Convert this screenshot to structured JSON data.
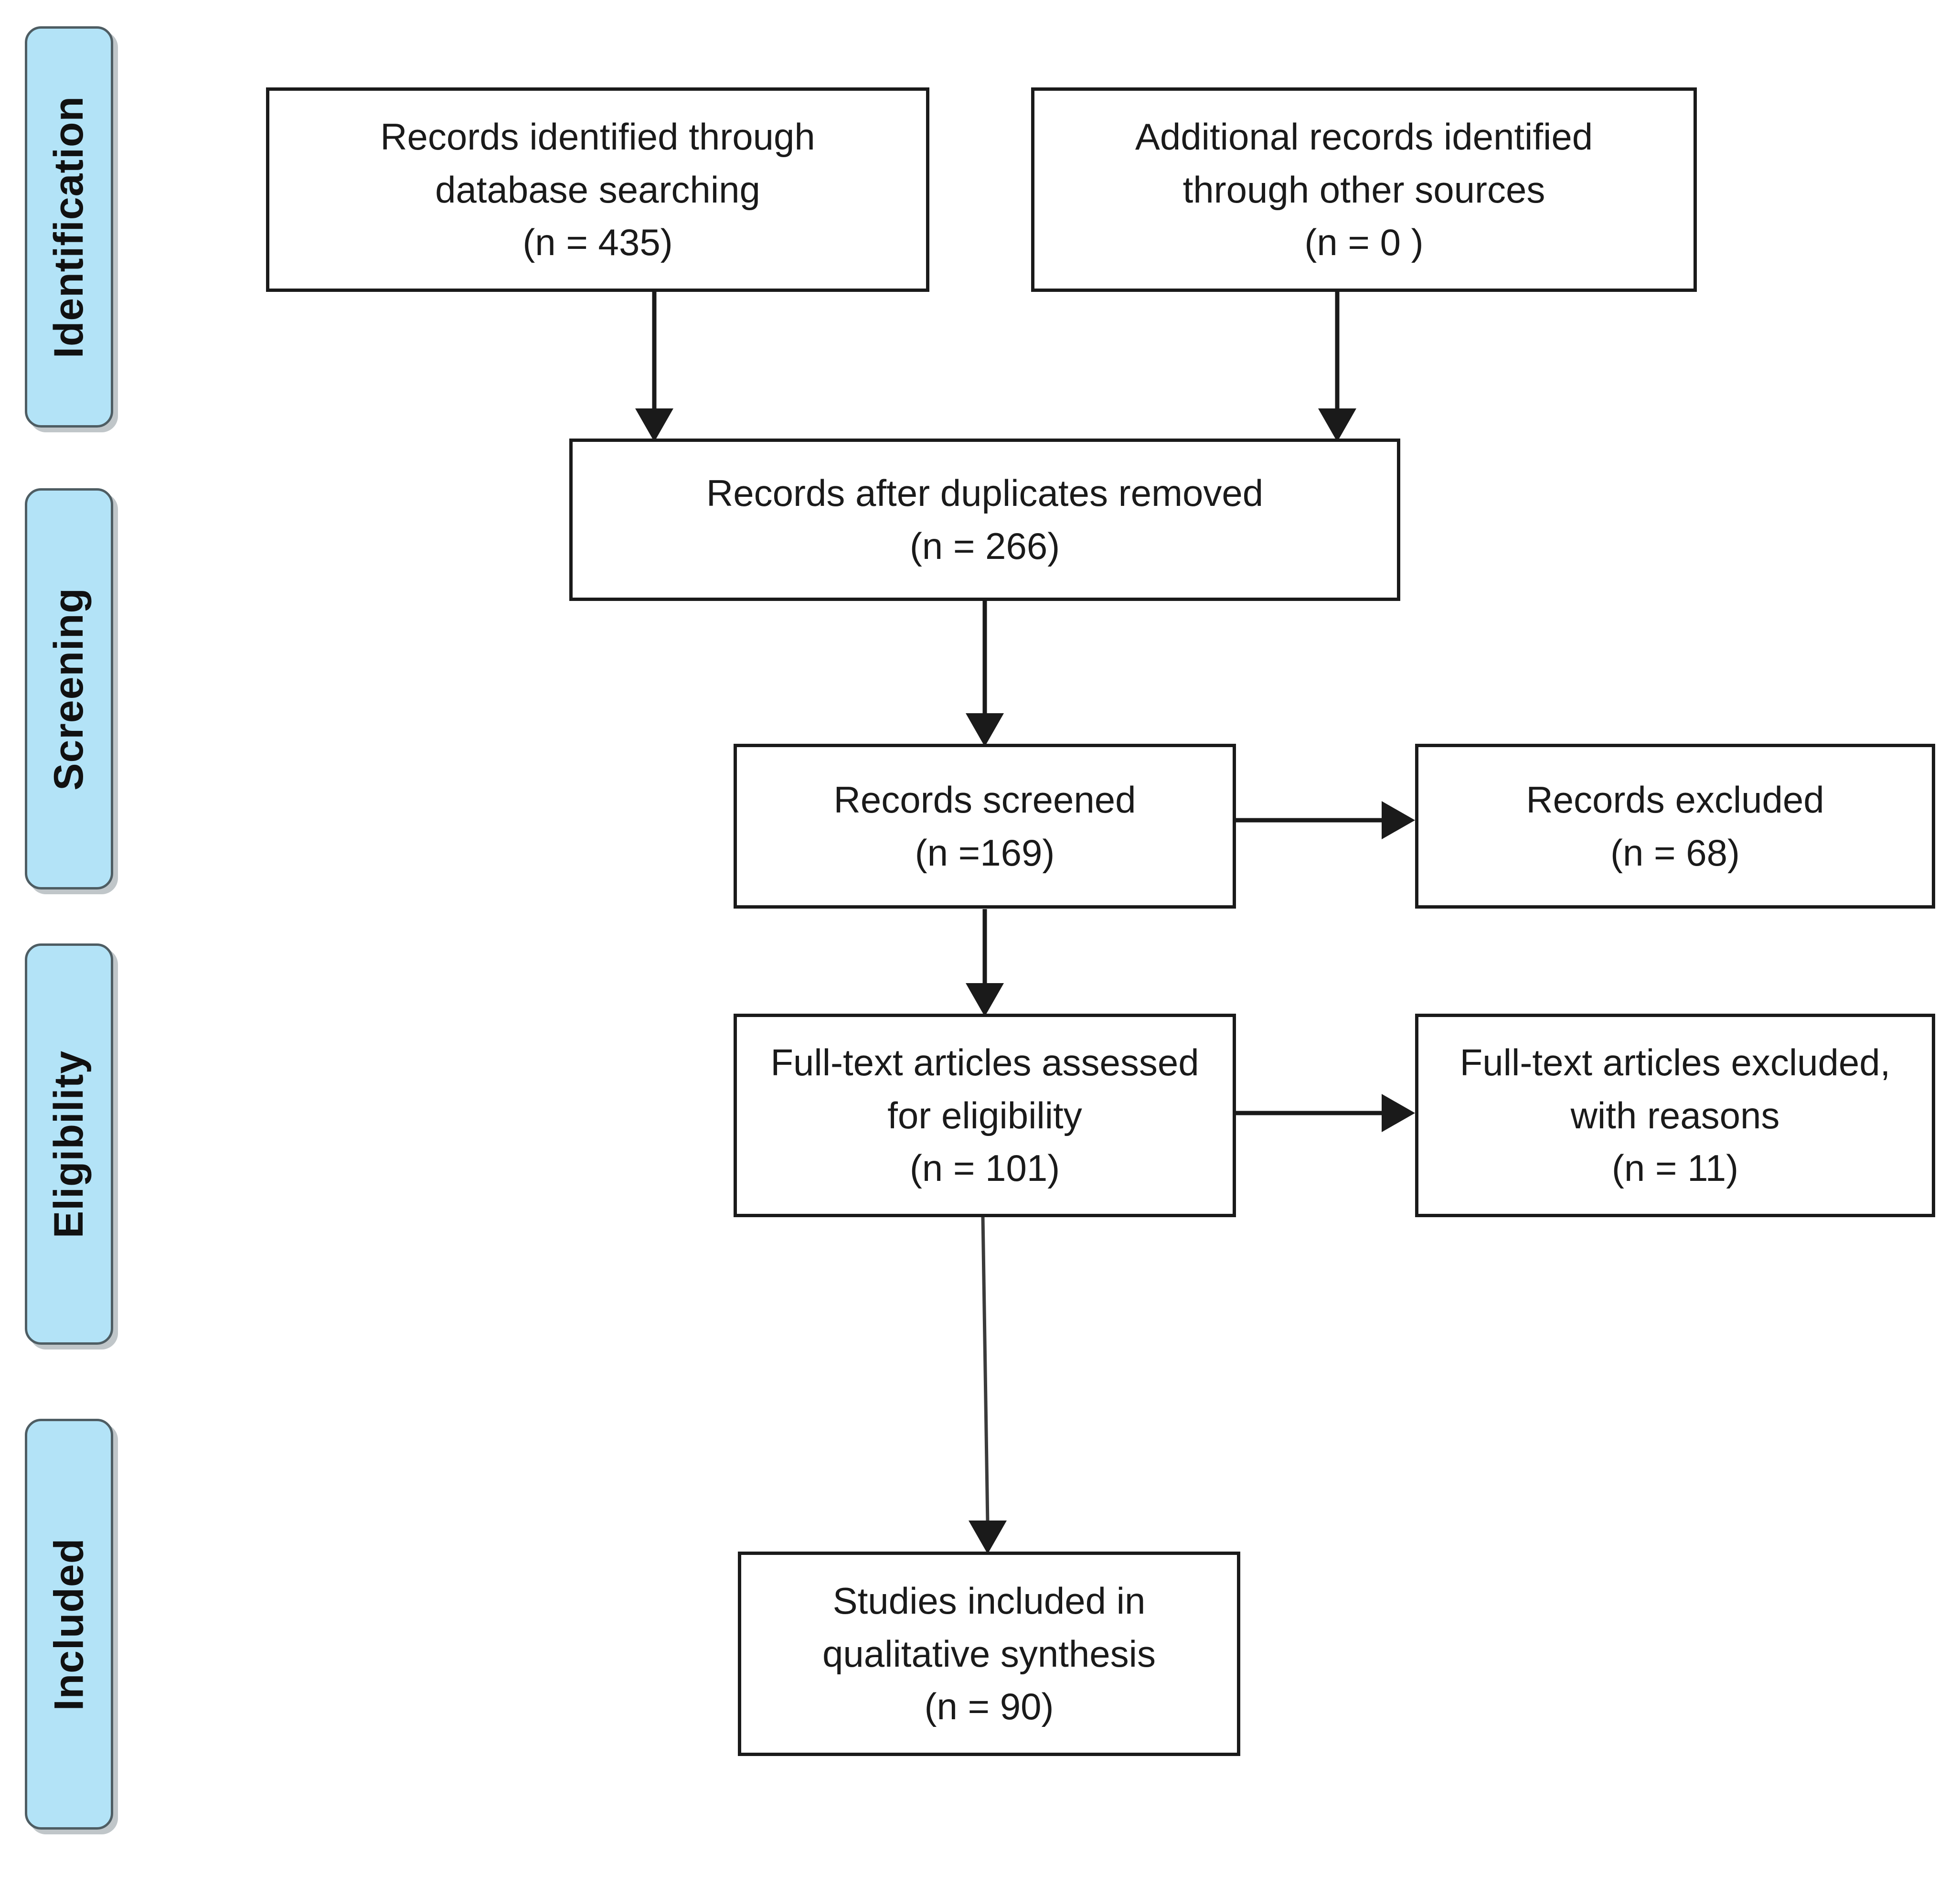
{
  "diagram": {
    "type": "prisma-flow-diagram",
    "phases": [
      {
        "id": "identification",
        "label": "Identification"
      },
      {
        "id": "screening",
        "label": "Screening"
      },
      {
        "id": "eligibility",
        "label": "Eligibility"
      },
      {
        "id": "included",
        "label": "Included"
      }
    ],
    "boxes": [
      {
        "id": "records-identified-database",
        "lines": [
          "Records identified through",
          "database searching",
          "(n = 435)"
        ],
        "count": 435
      },
      {
        "id": "additional-records-other-sources",
        "lines": [
          "Additional records identified",
          "through other sources",
          "(n = 0 )"
        ],
        "count": 0
      },
      {
        "id": "records-after-duplicates-removed",
        "lines": [
          "Records after duplicates removed",
          "(n = 266)"
        ],
        "count": 266
      },
      {
        "id": "records-screened",
        "lines": [
          "Records screened",
          "(n =169)"
        ],
        "count": 169
      },
      {
        "id": "records-excluded",
        "lines": [
          "Records excluded",
          "(n = 68)"
        ],
        "count": 68
      },
      {
        "id": "full-text-assessed",
        "lines": [
          "Full-text articles assessed",
          "for eligibility",
          "(n = 101)"
        ],
        "count": 101
      },
      {
        "id": "full-text-excluded",
        "lines": [
          "Full-text articles excluded,",
          "with reasons",
          "(n = 11)"
        ],
        "count": 11
      },
      {
        "id": "studies-included-qualitative",
        "lines": [
          "Studies included in",
          "qualitative synthesis",
          "(n = 90)"
        ],
        "count": 90
      }
    ],
    "colors": {
      "pill_fill": "#b3e3f7",
      "pill_border": "#4e5d63",
      "box_border": "#1a1a1a",
      "box_fill": "#ffffff",
      "text": "#1a1a1a",
      "connector": "#1a1a1a",
      "background": "#ffffff"
    }
  }
}
